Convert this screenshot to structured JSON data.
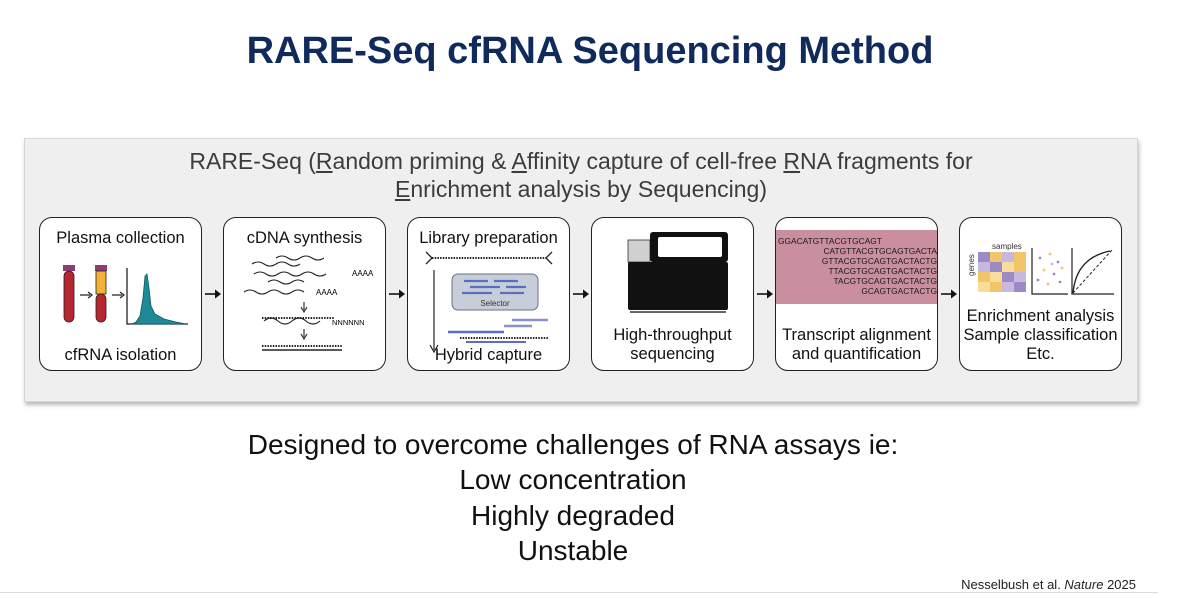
{
  "slide": {
    "title": "RARE-Seq cfRNA Sequencing Method"
  },
  "panel": {
    "header_line1_parts": [
      "RARE-Seq (",
      "R",
      "andom priming & ",
      "A",
      "ffinity capture of cell-free ",
      "R",
      "NA fragments for"
    ],
    "header_line2_parts": [
      "E",
      "nrichment analysis by Sequencing)"
    ]
  },
  "steps": [
    {
      "label_top": "Plasma collection",
      "label_bottom": "cfRNA isolation"
    },
    {
      "label_top": "cDNA synthesis",
      "label_poly_a_1": "AAAA",
      "label_poly_a_2": "AAAA",
      "label_random": "NNNNNN"
    },
    {
      "label_top": "Library preparation",
      "label_selector": "Selector",
      "label_bottom": "Hybrid capture"
    },
    {
      "label_line1": "High-throughput",
      "label_line2": "sequencing"
    },
    {
      "reads": [
        "GGACATGTTACGTGCAGT",
        "CATGTTACGTGCAGTGACTA",
        "GTTACGTGCAGTGACTACTG",
        "TTACGTGCAGTGACTACTG",
        "TACGTGCAGTGACTACTG",
        "GCAGTGACTACTG"
      ],
      "label_line1": "Transcript alignment",
      "label_line2": "and quantification"
    },
    {
      "heatmap_xlabel": "samples",
      "heatmap_ylabel": "genes",
      "label_line1": "Enrichment analysis",
      "label_line2": "Sample classification",
      "label_line3": "Etc."
    }
  ],
  "bottom_text": {
    "line1": "Designed to overcome challenges of RNA assays ie:",
    "line2": "Low concentration",
    "line3": "Highly degraded",
    "line4": "Unstable"
  },
  "citation": {
    "authors": "Nesselbush et al. ",
    "journal": "Nature",
    "year": " 2025"
  },
  "colors": {
    "title": "#102a5c",
    "tube_cap": "#8a3f73",
    "tube_blood": "#b7262e",
    "tube_plasma": "#f2b233",
    "peak_fill": "#1d8a96",
    "selector_box": "#c7ced9",
    "probe_blue": "#5a6fbf",
    "alignment_fill": "#c98f9e",
    "heatmap_purple": "#9b8ac4",
    "heatmap_yellow": "#f3c56a"
  }
}
